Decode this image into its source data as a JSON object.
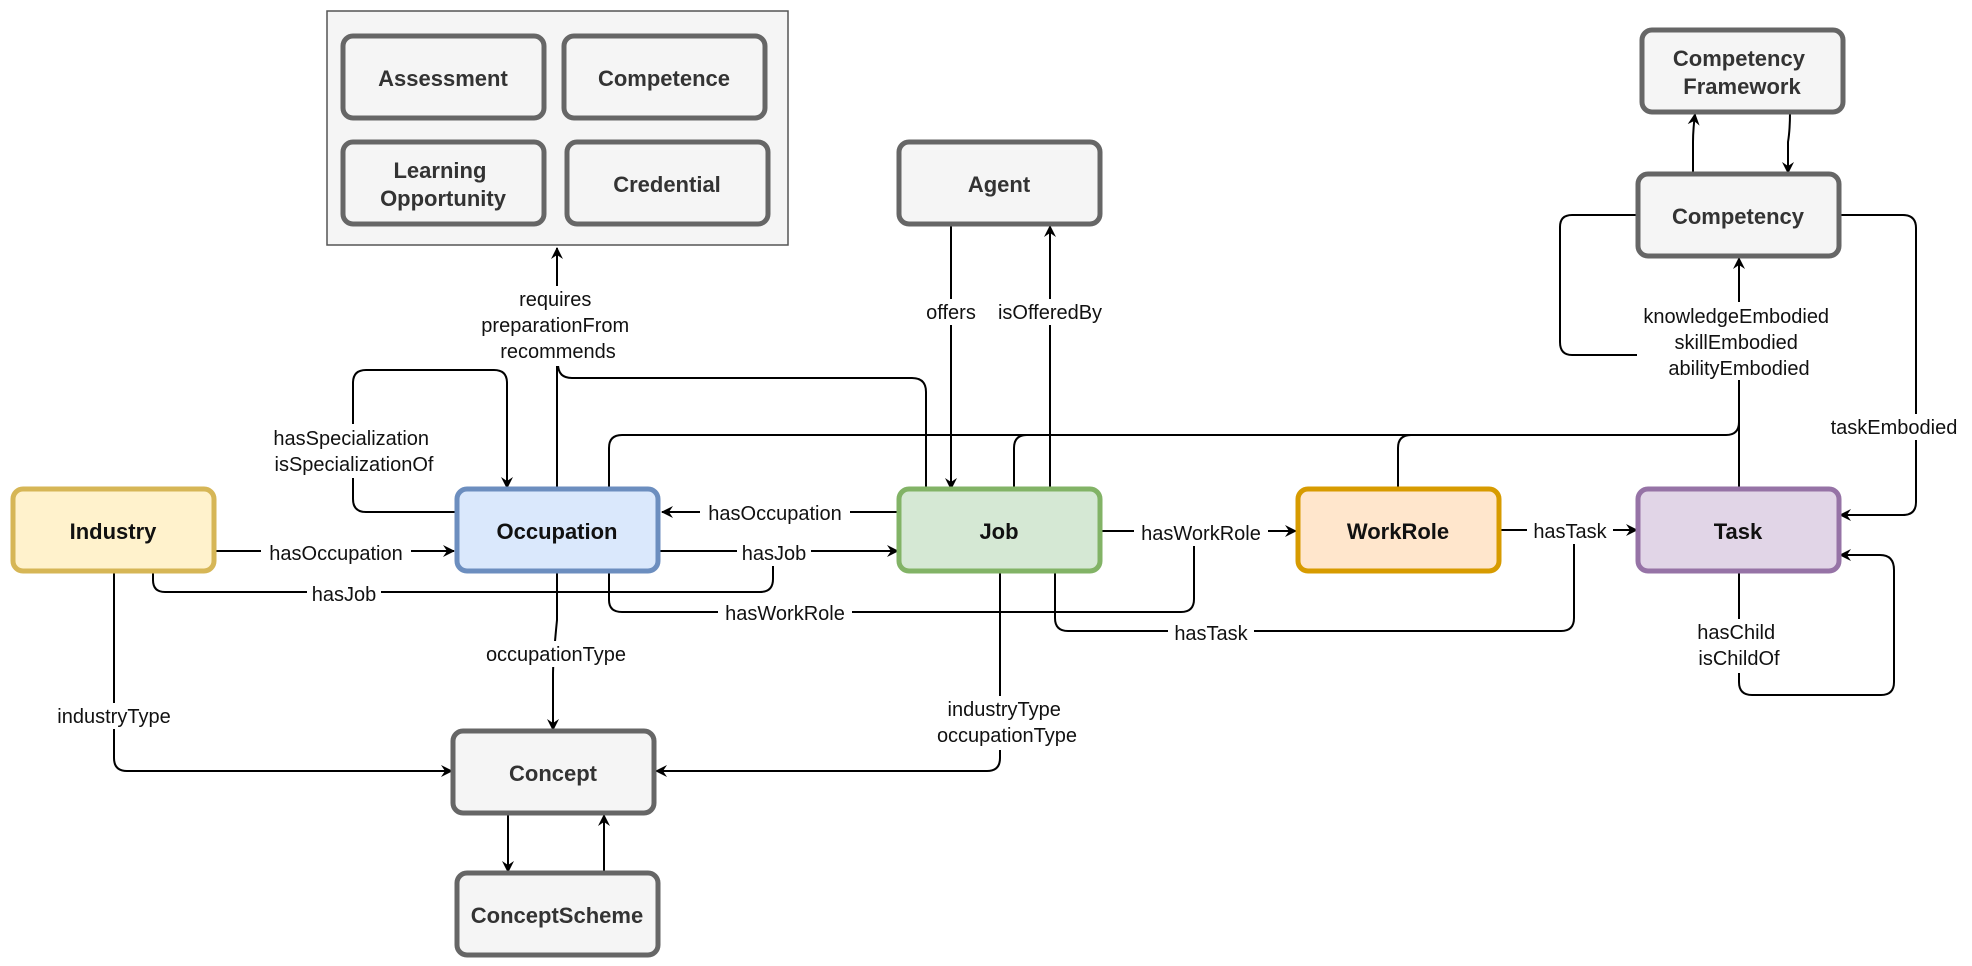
{
  "colors": {
    "gray_fill": "#f5f5f5",
    "gray_stroke": "#666666",
    "industry_fill": "#fff2cc",
    "industry_stroke": "#d6b656",
    "occupation_fill": "#dae8fc",
    "occupation_stroke": "#6c8ebf",
    "job_fill": "#d5e8d4",
    "job_stroke": "#82b366",
    "workrole_fill": "#ffe6cc",
    "workrole_stroke": "#d79b00",
    "task_fill": "#e1d5e7",
    "task_stroke": "#9673a6"
  },
  "nodes": {
    "assessment": [
      "Assessment"
    ],
    "competence": [
      "Competence"
    ],
    "learning_opportunity": [
      "Learning",
      "Opportunity"
    ],
    "credential": [
      "Credential"
    ],
    "agent": [
      "Agent"
    ],
    "competency_framework": [
      "Competency",
      "Framework"
    ],
    "competency": [
      "Competency"
    ],
    "industry": [
      "Industry"
    ],
    "occupation": [
      "Occupation"
    ],
    "job": [
      "Job"
    ],
    "workrole": [
      "WorkRole"
    ],
    "task": [
      "Task"
    ],
    "concept": [
      "Concept"
    ],
    "concept_scheme": [
      "ConceptScheme"
    ]
  },
  "edges": {
    "requires_group": [
      "requires",
      "preparationFrom",
      "recommends"
    ],
    "offers": [
      "offers"
    ],
    "is_offered_by": [
      "isOfferedBy"
    ],
    "competency_embodied": [
      "knowledgeEmbodied",
      "skillEmbodied",
      "abilityEmbodied"
    ],
    "task_embodied": [
      "taskEmbodied"
    ],
    "has_specialization": [
      "hasSpecialization",
      "isSpecializationOf"
    ],
    "industry_has_occupation": [
      "hasOccupation"
    ],
    "job_has_occupation": [
      "hasOccupation"
    ],
    "occupation_has_job": [
      "hasJob"
    ],
    "industry_has_job": [
      "hasJob"
    ],
    "job_has_workrole": [
      "hasWorkRole"
    ],
    "occupation_has_workrole": [
      "hasWorkRole"
    ],
    "workrole_has_task": [
      "hasTask"
    ],
    "job_has_task": [
      "hasTask"
    ],
    "has_child": [
      "hasChild",
      "isChildOf"
    ],
    "occupation_type": [
      "occupationType"
    ],
    "industry_type": [
      "industryType"
    ],
    "job_types": [
      "industryType",
      "occupationType"
    ]
  }
}
